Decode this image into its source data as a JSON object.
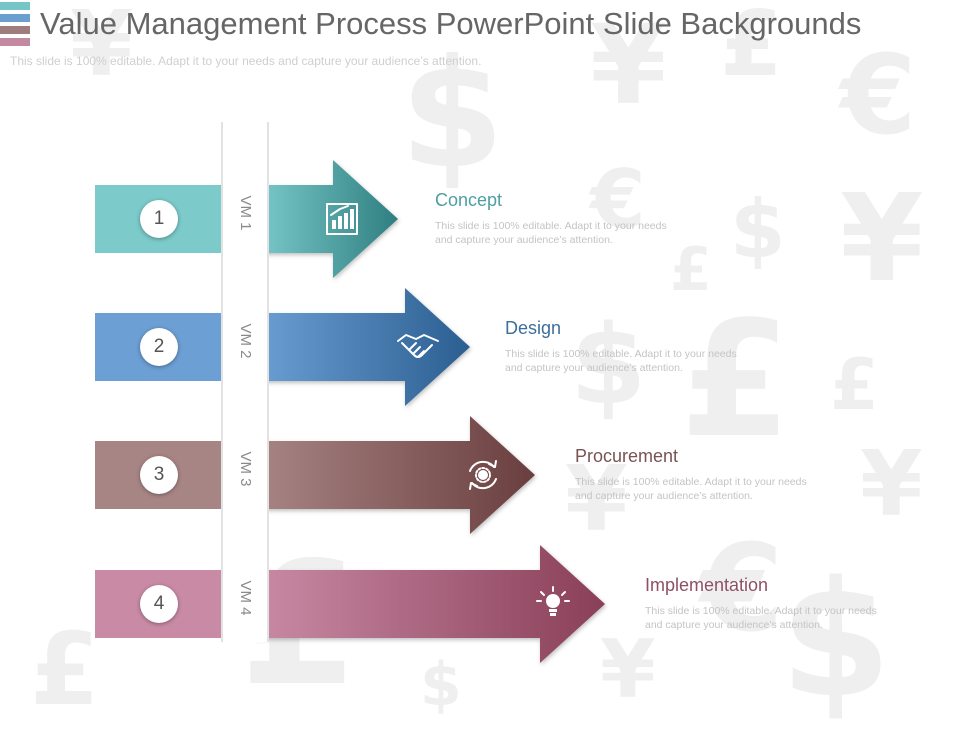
{
  "header": {
    "title": "Value Management Process PowerPoint Slide Backgrounds",
    "subtitle": "This slide is 100% editable. Adapt it to your needs and capture your audience’s attention.",
    "logo_colors": [
      "#76c6c8",
      "#6a9fd0",
      "#a07d7d",
      "#c289a0"
    ]
  },
  "steps": [
    {
      "number": "1",
      "vm": "VM 1",
      "title": "Concept",
      "desc": "This slide is 100% editable. Adapt it to your needs and capture your audience’s attention.",
      "icon": "bar-chart-icon",
      "color_light": "#7ccaca",
      "color_dark": "#2f7f82",
      "title_color": "#4f9ea2"
    },
    {
      "number": "2",
      "vm": "VM 2",
      "title": "Design",
      "desc": "This slide is 100% editable. Adapt it to your needs and capture your audience’s attention.",
      "icon": "handshake-icon",
      "color_light": "#6c9fd4",
      "color_dark": "#2b5e90",
      "title_color": "#3d6f9c"
    },
    {
      "number": "3",
      "vm": "VM 3",
      "title": "Procurement",
      "desc": "This slide is 100% editable. Adapt it to your needs and capture your audience’s attention.",
      "icon": "gear-cycle-icon",
      "color_light": "#a88585",
      "color_dark": "#6a3e3e",
      "title_color": "#7a5353"
    },
    {
      "number": "4",
      "vm": "VM 4",
      "title": "Implementation",
      "desc": "This slide is 100% editable. Adapt it to your needs and capture your audience’s attention.",
      "icon": "lightbulb-icon",
      "color_light": "#c98aa5",
      "color_dark": "#8a3f58",
      "title_color": "#8e4f67"
    }
  ],
  "background_symbols": [
    "¥",
    "$",
    "£",
    "€"
  ]
}
